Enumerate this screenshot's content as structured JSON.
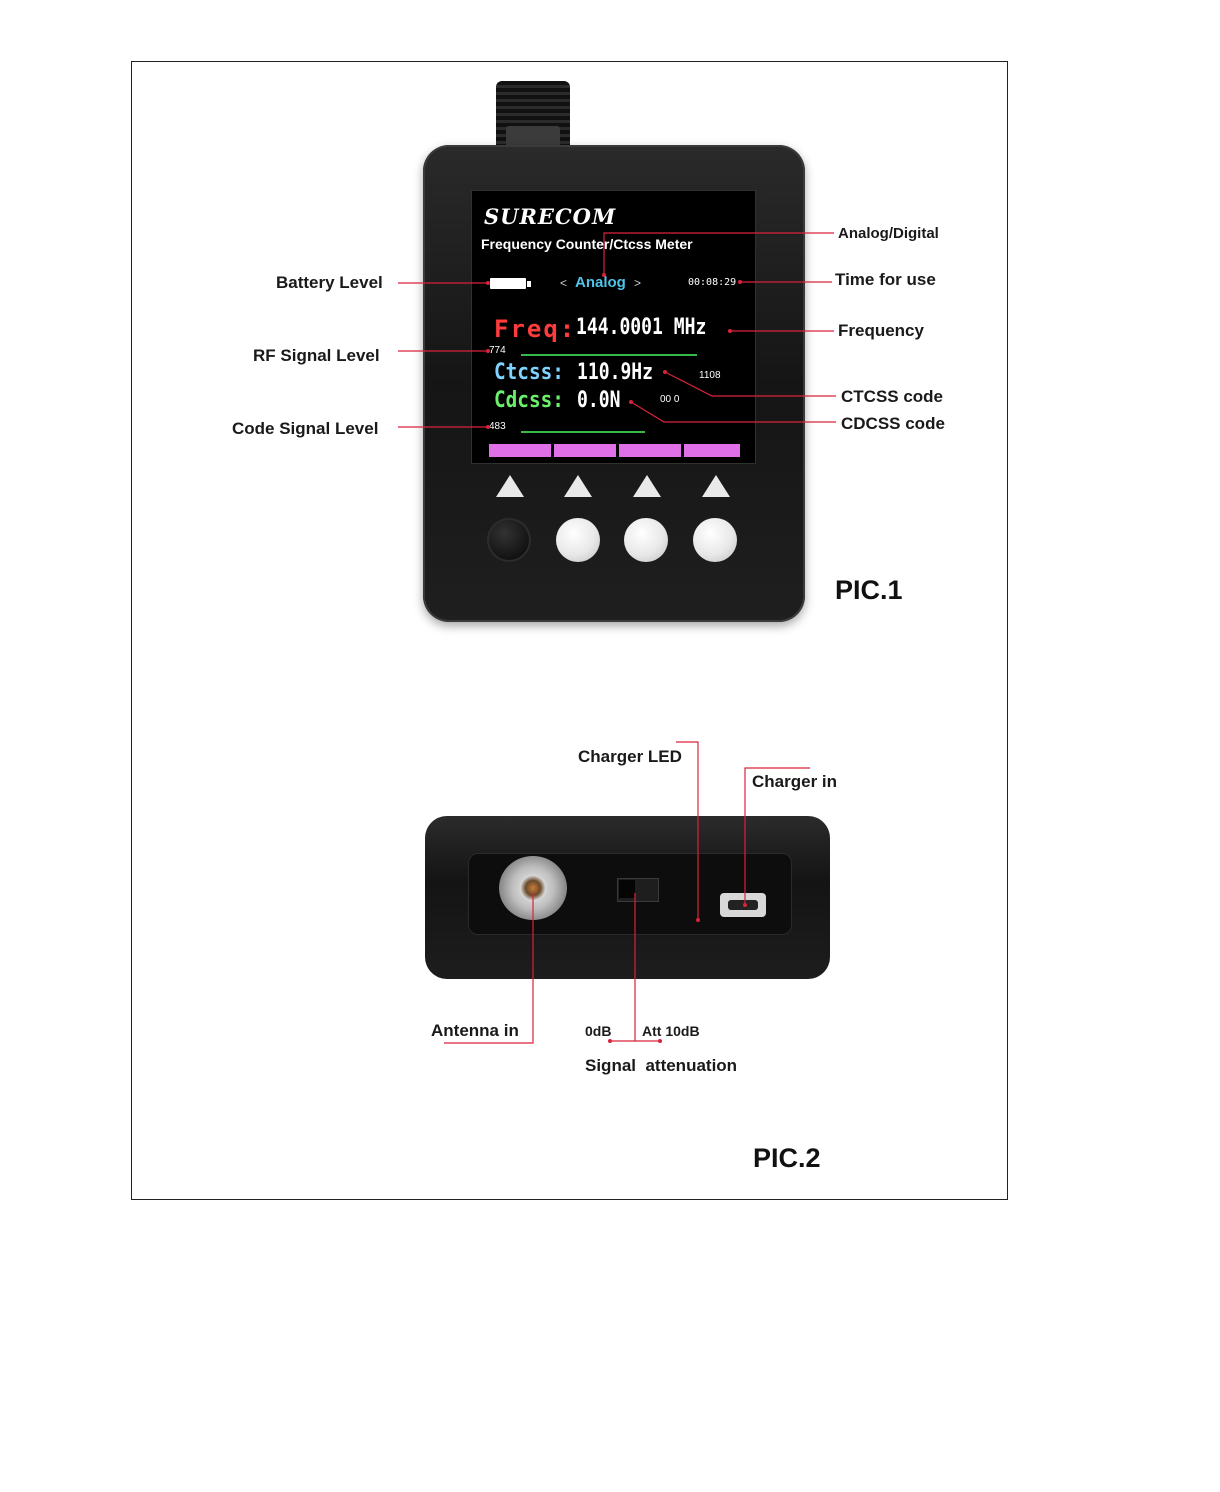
{
  "pic1": {
    "caption": "PIC.1",
    "screen": {
      "brand": "SURECOM",
      "subtitle": "Frequency Counter/Ctcss Meter",
      "mode_left": "<",
      "mode": "Analog",
      "mode_right": ">",
      "timer": "00:08:29",
      "freq_label": "Freq:",
      "freq_value": "144.0001 MHz",
      "rf_level": "774",
      "ctcss_label": "Ctcss:",
      "ctcss_value": "110.9Hz",
      "ctcss_num": "1108",
      "cdcss_label": "Cdcss:",
      "cdcss_value": "0.0N",
      "cdcss_num": "00 0",
      "code_level": "483"
    },
    "labels": {
      "battery": "Battery Level",
      "rf_signal": "RF Signal Level",
      "code_signal": "Code Signal Level",
      "analog_digital": "Analog/Digital",
      "time": "Time for use",
      "frequency": "Frequency",
      "ctcss": "CTCSS code",
      "cdcss": "CDCSS code"
    },
    "colors": {
      "freq_label": "#ff3b3b",
      "ctcss_label": "#7fd3ff",
      "cdcss_label": "#6cf06c",
      "mode": "#4fc3e8",
      "softkey_bar": "#e070e8",
      "callout_line": "#d9233b"
    }
  },
  "pic2": {
    "caption": "PIC.2",
    "labels": {
      "charger_led": "Charger LED",
      "charger_in": "Charger in",
      "antenna_in": "Antenna in",
      "zero_db": "0dB",
      "att_10db": "Att 10dB",
      "signal_attenuation": "Signal  attenuation"
    }
  }
}
